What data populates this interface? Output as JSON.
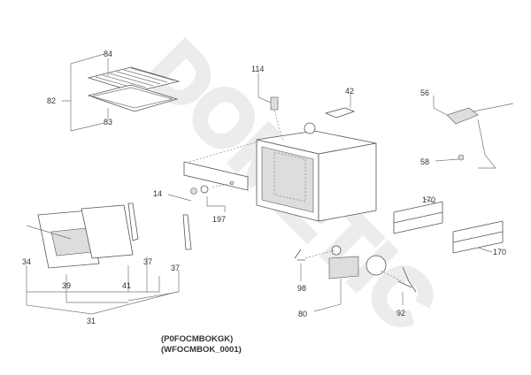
{
  "watermark": "DOMETIC",
  "labels": {
    "l84": "84",
    "l82": "82",
    "l83": "83",
    "l114": "114",
    "l42": "42",
    "l56": "56",
    "l58": "58",
    "l14": "14",
    "l197": "197",
    "l170a": "170",
    "l170b": "170",
    "l34": "34",
    "l39": "39",
    "l41": "41",
    "l37a": "37",
    "l37b": "37",
    "l31": "31",
    "l98": "98",
    "l80": "80",
    "l92": "92"
  },
  "codes": [
    "(P0FOCMBOKGK)",
    "(WFOCMBOK_0001)"
  ]
}
